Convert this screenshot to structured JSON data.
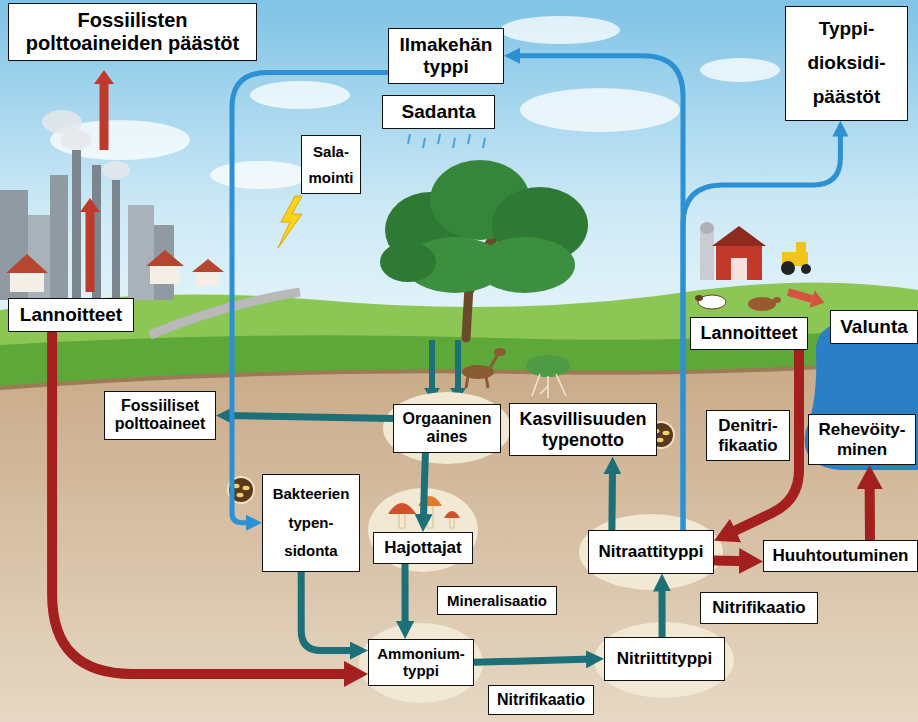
{
  "diagram": {
    "nodes": [
      {
        "text": [
          "Fossiilisten polttoaineiden päästöt"
        ]
      },
      {
        "text": [
          "Ilmakehän typpi"
        ]
      },
      {
        "text": [
          "Sadanta"
        ]
      },
      {
        "text": [
          "Typpi- dioksidi- päästöt"
        ]
      },
      {
        "text": [
          "Sala- mointi"
        ]
      },
      {
        "text": [
          "Lannoitteet"
        ]
      },
      {
        "text": [
          "Lannoitteet"
        ]
      },
      {
        "text": [
          "Valunta"
        ]
      },
      {
        "text": [
          "Fossiiliset polttoaineet"
        ]
      },
      {
        "text": [
          "Orgaaninen aines"
        ]
      },
      {
        "text": [
          "Kasvillisuuden typenotto"
        ]
      },
      {
        "text": [
          "Denitri- fikaatio"
        ]
      },
      {
        "text": [
          "Rehevöity- minen"
        ]
      },
      {
        "text": [
          "Bakteerien typen- sidonta"
        ]
      },
      {
        "text": [
          "Hajottajat"
        ]
      },
      {
        "text": [
          "Mineralisaatio"
        ]
      },
      {
        "text": [
          "Nitraattityppi"
        ]
      },
      {
        "text": [
          "Huuhtoutuminen"
        ]
      },
      {
        "text": [
          "Nitrifikaatio"
        ]
      },
      {
        "text": [
          "Ammonium- typpi"
        ]
      },
      {
        "text": [
          "Nitriittityppi"
        ]
      },
      {
        "text": [
          "Nitrifikaatio"
        ]
      }
    ],
    "edges": [
      {
        "from": 9,
        "to": 8,
        "arrow": "to"
      },
      {
        "from": 9,
        "to": 14,
        "arrow": "to"
      },
      {
        "from": 14,
        "to": 19,
        "arrow": "to"
      },
      {
        "from": 19,
        "to": 20,
        "arrow": "to"
      },
      {
        "from": 20,
        "to": 16,
        "arrow": "to"
      },
      {
        "from": 16,
        "to": 1,
        "arrow": "to"
      },
      {
        "from": 16,
        "to": 3,
        "arrow": "to"
      },
      {
        "from": 16,
        "to": 10,
        "arrow": "to"
      },
      {
        "from": 6,
        "to": 16,
        "arrow": "to"
      },
      {
        "from": 16,
        "to": 17,
        "arrow": "to"
      },
      {
        "from": 17,
        "to": 12,
        "arrow": "to"
      },
      {
        "from": 5,
        "to": 19,
        "arrow": "to"
      },
      {
        "from": 1,
        "to": 13,
        "arrow": "to"
      },
      {
        "from": 13,
        "to": 19,
        "arrow": "to"
      }
    ]
  }
}
